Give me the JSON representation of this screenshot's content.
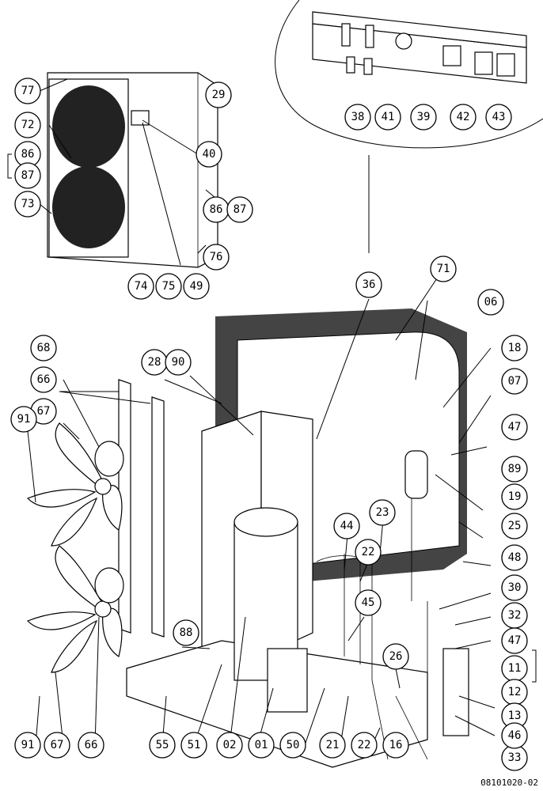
{
  "drawing": {
    "type": "exploded parts diagram",
    "code": "08101020-02"
  },
  "callouts": [
    {
      "id": "77"
    },
    {
      "id": "29"
    },
    {
      "id": "72"
    },
    {
      "id": "86"
    },
    {
      "id": "87"
    },
    {
      "id": "40"
    },
    {
      "id": "73"
    },
    {
      "id": "86"
    },
    {
      "id": "87"
    },
    {
      "id": "76"
    },
    {
      "id": "74"
    },
    {
      "id": "75"
    },
    {
      "id": "49"
    },
    {
      "id": "38"
    },
    {
      "id": "41"
    },
    {
      "id": "39"
    },
    {
      "id": "42"
    },
    {
      "id": "43"
    },
    {
      "id": "36"
    },
    {
      "id": "71"
    },
    {
      "id": "06"
    },
    {
      "id": "68"
    },
    {
      "id": "18"
    },
    {
      "id": "28"
    },
    {
      "id": "90"
    },
    {
      "id": "07"
    },
    {
      "id": "66"
    },
    {
      "id": "67"
    },
    {
      "id": "47"
    },
    {
      "id": "91"
    },
    {
      "id": "89"
    },
    {
      "id": "23"
    },
    {
      "id": "19"
    },
    {
      "id": "44"
    },
    {
      "id": "22"
    },
    {
      "id": "25"
    },
    {
      "id": "48"
    },
    {
      "id": "30"
    },
    {
      "id": "32"
    },
    {
      "id": "47"
    },
    {
      "id": "45"
    },
    {
      "id": "11"
    },
    {
      "id": "88"
    },
    {
      "id": "12"
    },
    {
      "id": "26"
    },
    {
      "id": "13"
    },
    {
      "id": "33"
    },
    {
      "id": "46"
    },
    {
      "id": "91"
    },
    {
      "id": "67"
    },
    {
      "id": "66"
    },
    {
      "id": "55"
    },
    {
      "id": "51"
    },
    {
      "id": "02"
    },
    {
      "id": "01"
    },
    {
      "id": "50"
    },
    {
      "id": "21"
    },
    {
      "id": "22"
    },
    {
      "id": "16"
    }
  ]
}
